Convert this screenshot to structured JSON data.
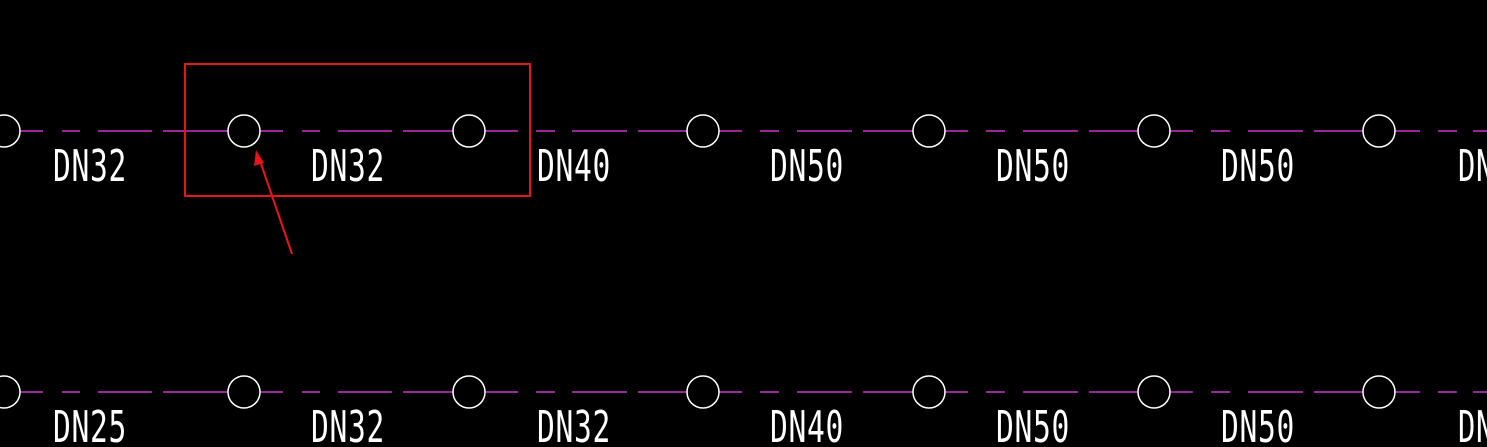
{
  "colors": {
    "background": "#000000",
    "pipe_line": "#cc33cc",
    "fitting": "#ffffff",
    "label": "#ffffff",
    "annotation": "#e8141c"
  },
  "rows": [
    {
      "name": "pipe-row-upper",
      "labels": [
        "DN32",
        "DN32",
        "DN40",
        "DN50",
        "DN50",
        "DN50",
        "DN"
      ]
    },
    {
      "name": "pipe-row-lower",
      "labels": [
        "DN25",
        "DN32",
        "DN32",
        "DN40",
        "DN50",
        "DN50",
        "DN"
      ]
    }
  ],
  "annotation": {
    "highlight_shape": "rectangle",
    "pointer_shape": "arrow"
  }
}
